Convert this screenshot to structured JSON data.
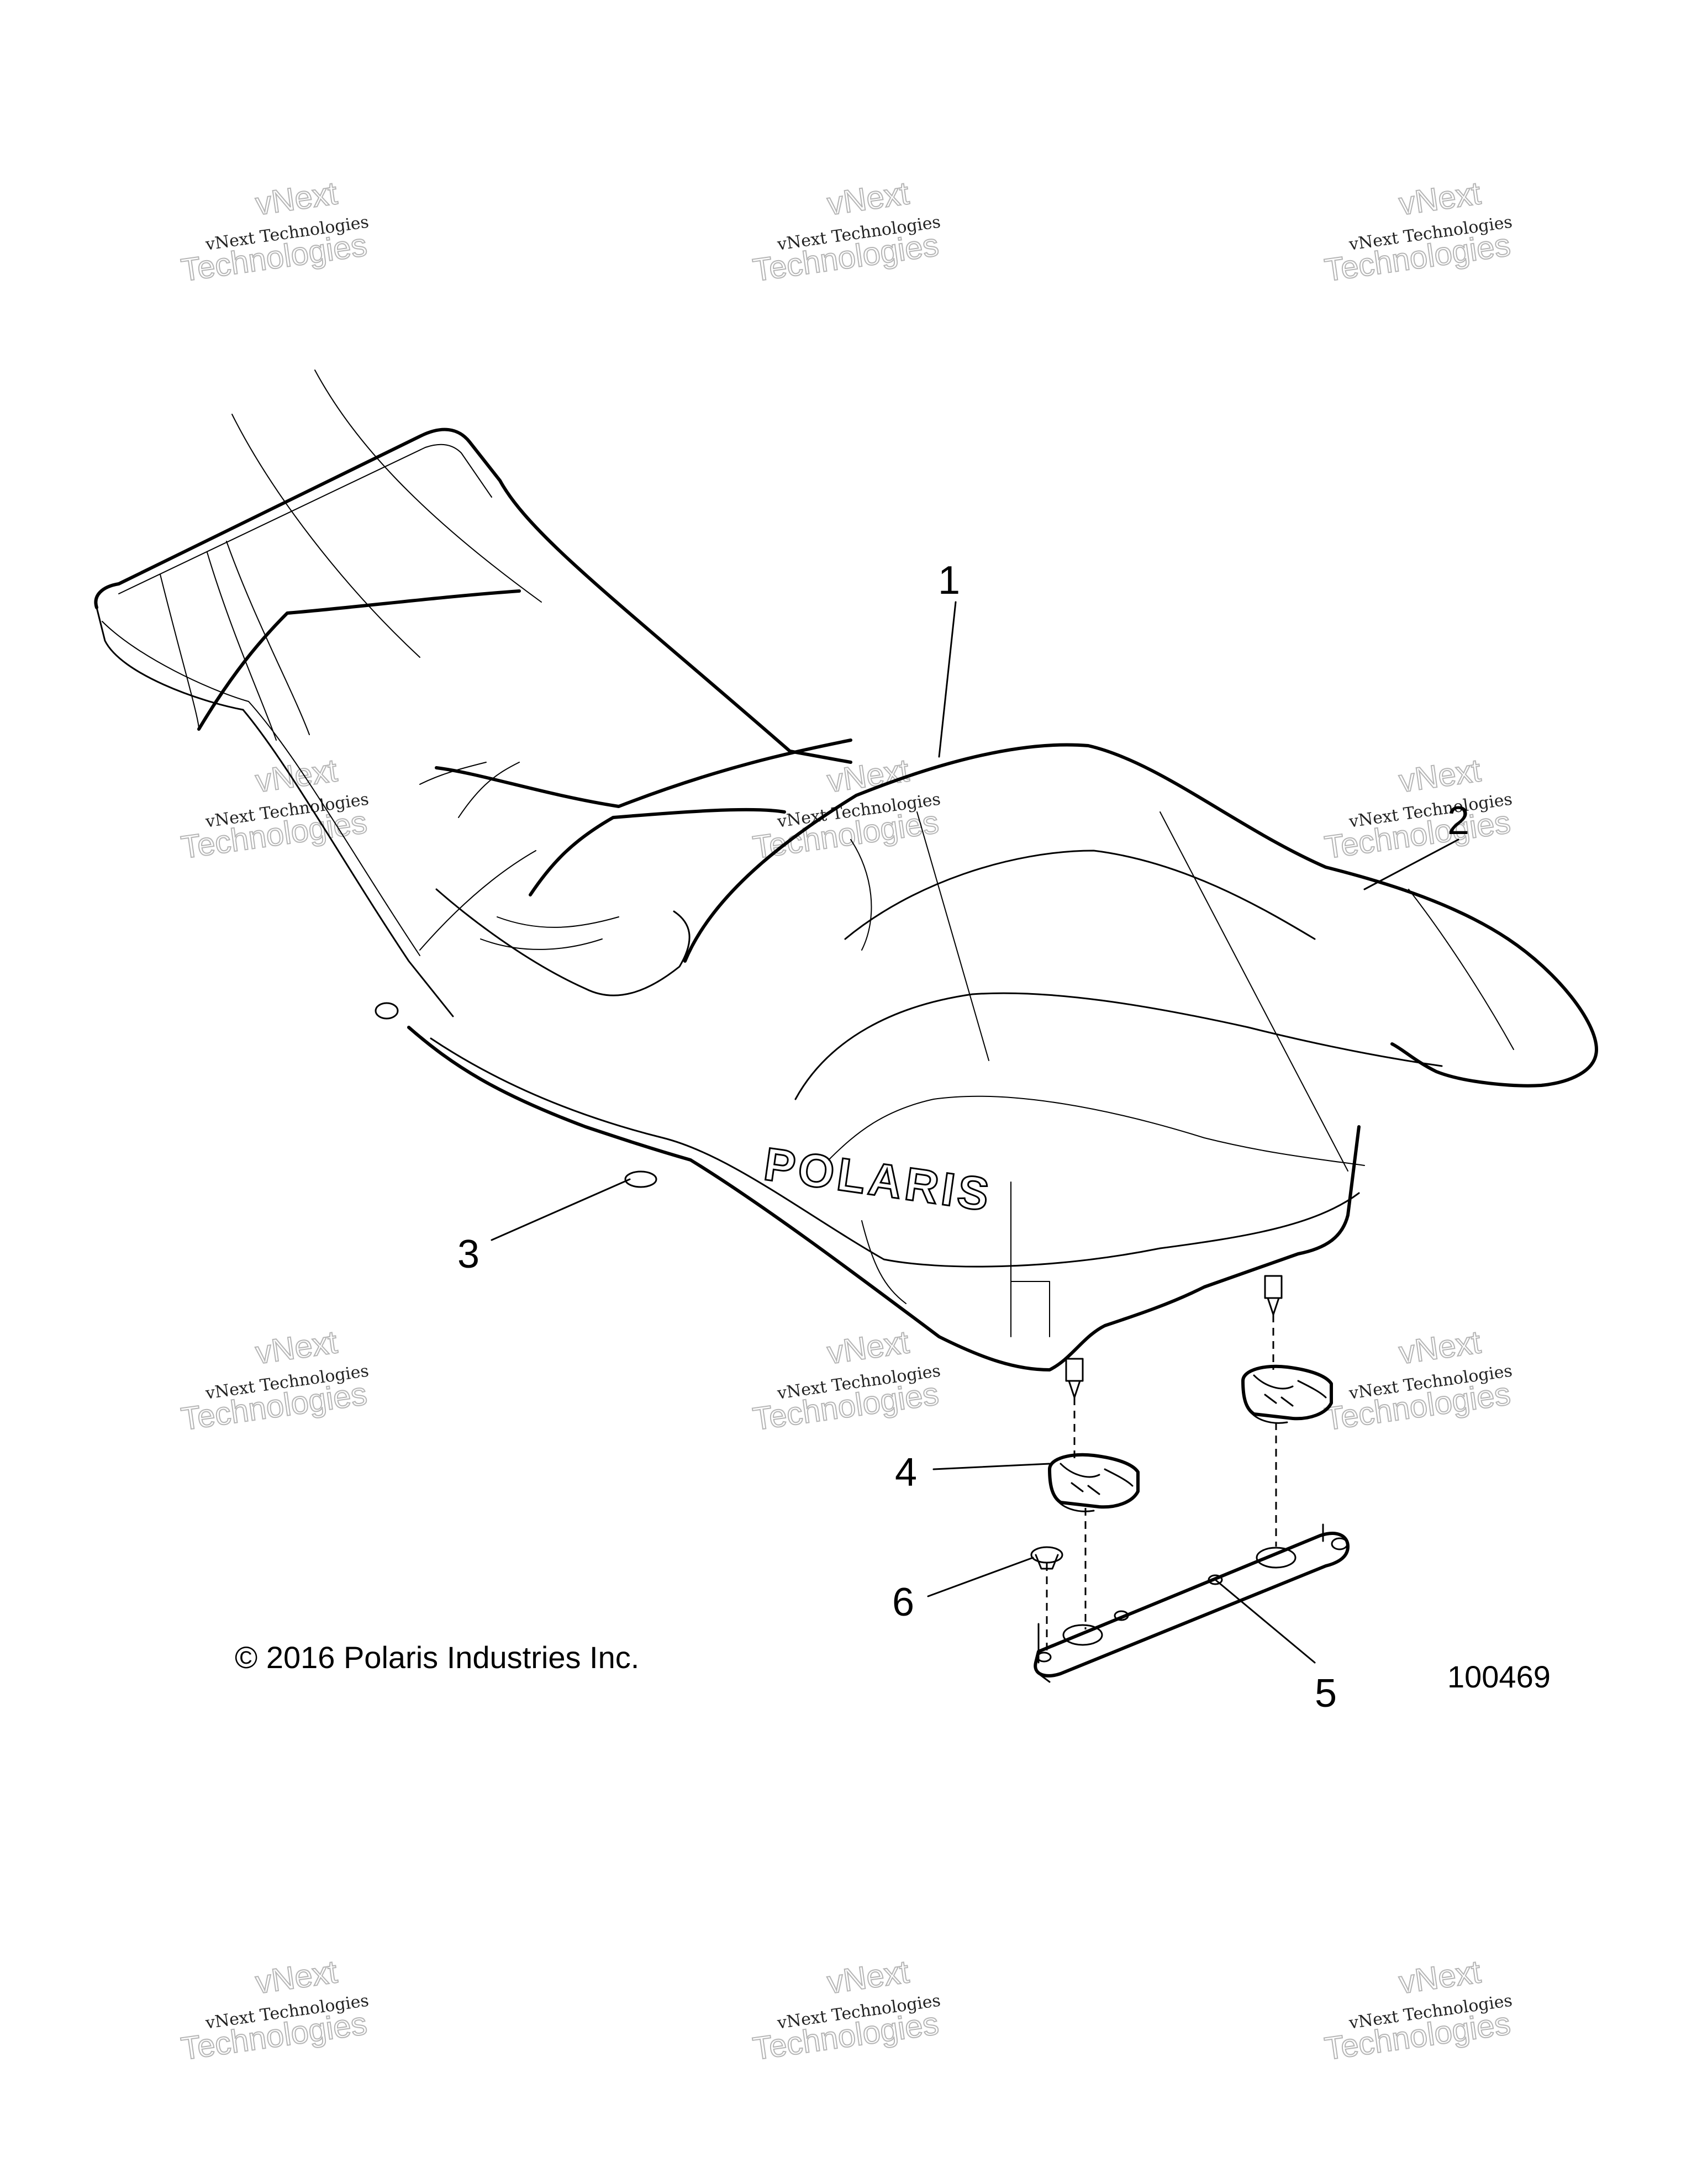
{
  "copyright": "© 2016 Polaris Industries Inc.",
  "drawing_number": "100469",
  "brand_logo_text": "POLARIS",
  "watermark": {
    "line1": "vNext Technologies",
    "line2": "vNext",
    "line3": "Technologies"
  },
  "callouts": [
    {
      "id": "1",
      "label": "1"
    },
    {
      "id": "2",
      "label": "2"
    },
    {
      "id": "3",
      "label": "3"
    },
    {
      "id": "4",
      "label": "4"
    },
    {
      "id": "5",
      "label": "5"
    },
    {
      "id": "6",
      "label": "6"
    }
  ]
}
